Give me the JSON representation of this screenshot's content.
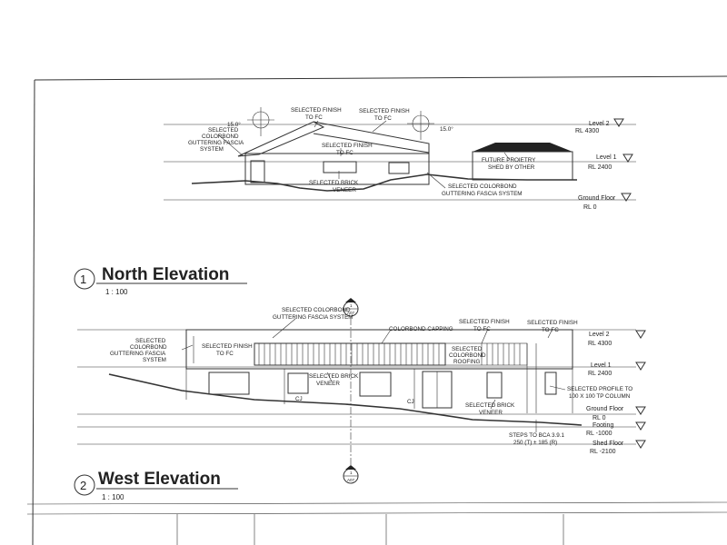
{
  "north": {
    "title": "North Elevation",
    "number": "1",
    "scale": "1 : 100",
    "angle_left": "15.0°",
    "angle_right": "15.0°",
    "notes": {
      "finish_fc_1a": "SELECTED FINISH",
      "finish_fc_1b": "TO FC",
      "finish_fc_2a": "SELECTED FINISH",
      "finish_fc_2b": "TO FC",
      "finish_fc_3a": "SELECTED FINISH",
      "finish_fc_3b": "TO FC",
      "gutter_a": "SELECTED",
      "gutter_b": "COLORBOND",
      "gutter_c": "GUTTERING FASCIA",
      "gutter_d": "SYSTEM",
      "brick_a": "SELECTED BRICK",
      "brick_b": "VENEER",
      "gutter2_a": "SELECTED COLORBOND",
      "gutter2_b": "GUTTERING FASCIA SYSTEM",
      "shed_a": "FUTURE PROIETRY",
      "shed_b": "SHED BY OTHER"
    },
    "levels": [
      {
        "name": "Level 2",
        "rl": "RL  4300"
      },
      {
        "name": "Level 1",
        "rl": "RL  2400"
      },
      {
        "name": "Ground Floor",
        "rl": "RL       0"
      }
    ]
  },
  "west": {
    "title": "West Elevation",
    "number": "2",
    "scale": "1 : 100",
    "section_ref": "1",
    "section_sheet": "A07",
    "section_ref_2": "1",
    "section_sheet_2": "A07",
    "cj_1": "CJ",
    "cj_2": "CJ",
    "notes": {
      "top_gutter_a": "SELECTED COLORBOND",
      "top_gutter_b": "GUTTERING FASCIA SYSTEM",
      "capping": "COLORBOND CAPPING",
      "finish_mid_a": "SELECTED FINISH",
      "finish_mid_b": "TO FC",
      "finish_right_a": "SELECTED FINISH",
      "finish_right_b": "TO FC",
      "finish_left_a": "SELECTED FINISH",
      "finish_left_b": "TO FC",
      "gutter_a": "SELECTED",
      "gutter_b": "COLORBOND",
      "gutter_c": "GUTTERING FASCIA",
      "gutter_d": "SYSTEM",
      "roof_a": "SELECTED",
      "roof_b": "COLORBOND",
      "roof_c": "ROOFING",
      "brick_a": "SELECTED BRICK",
      "brick_b": "VENEER",
      "brick2_a": "SELECTED BRICK",
      "brick2_b": "VENEER",
      "profile_a": "SELECTED PROFILE TO",
      "profile_b": "100 X 100 TP COLUMN",
      "steps_a": "STEPS TO BCA 3.9.1",
      "steps_b": "250 (T)  ± 185 (R)"
    },
    "levels": [
      {
        "name": "Level 2",
        "rl": "RL  4300"
      },
      {
        "name": "Level 1",
        "rl": "RL  2400"
      },
      {
        "name": "Ground Floor",
        "rl": "RL       0"
      },
      {
        "name": "Footing",
        "rl": "RL  -1000"
      },
      {
        "name": "Shed Floor",
        "rl": "RL  -2100"
      }
    ]
  }
}
